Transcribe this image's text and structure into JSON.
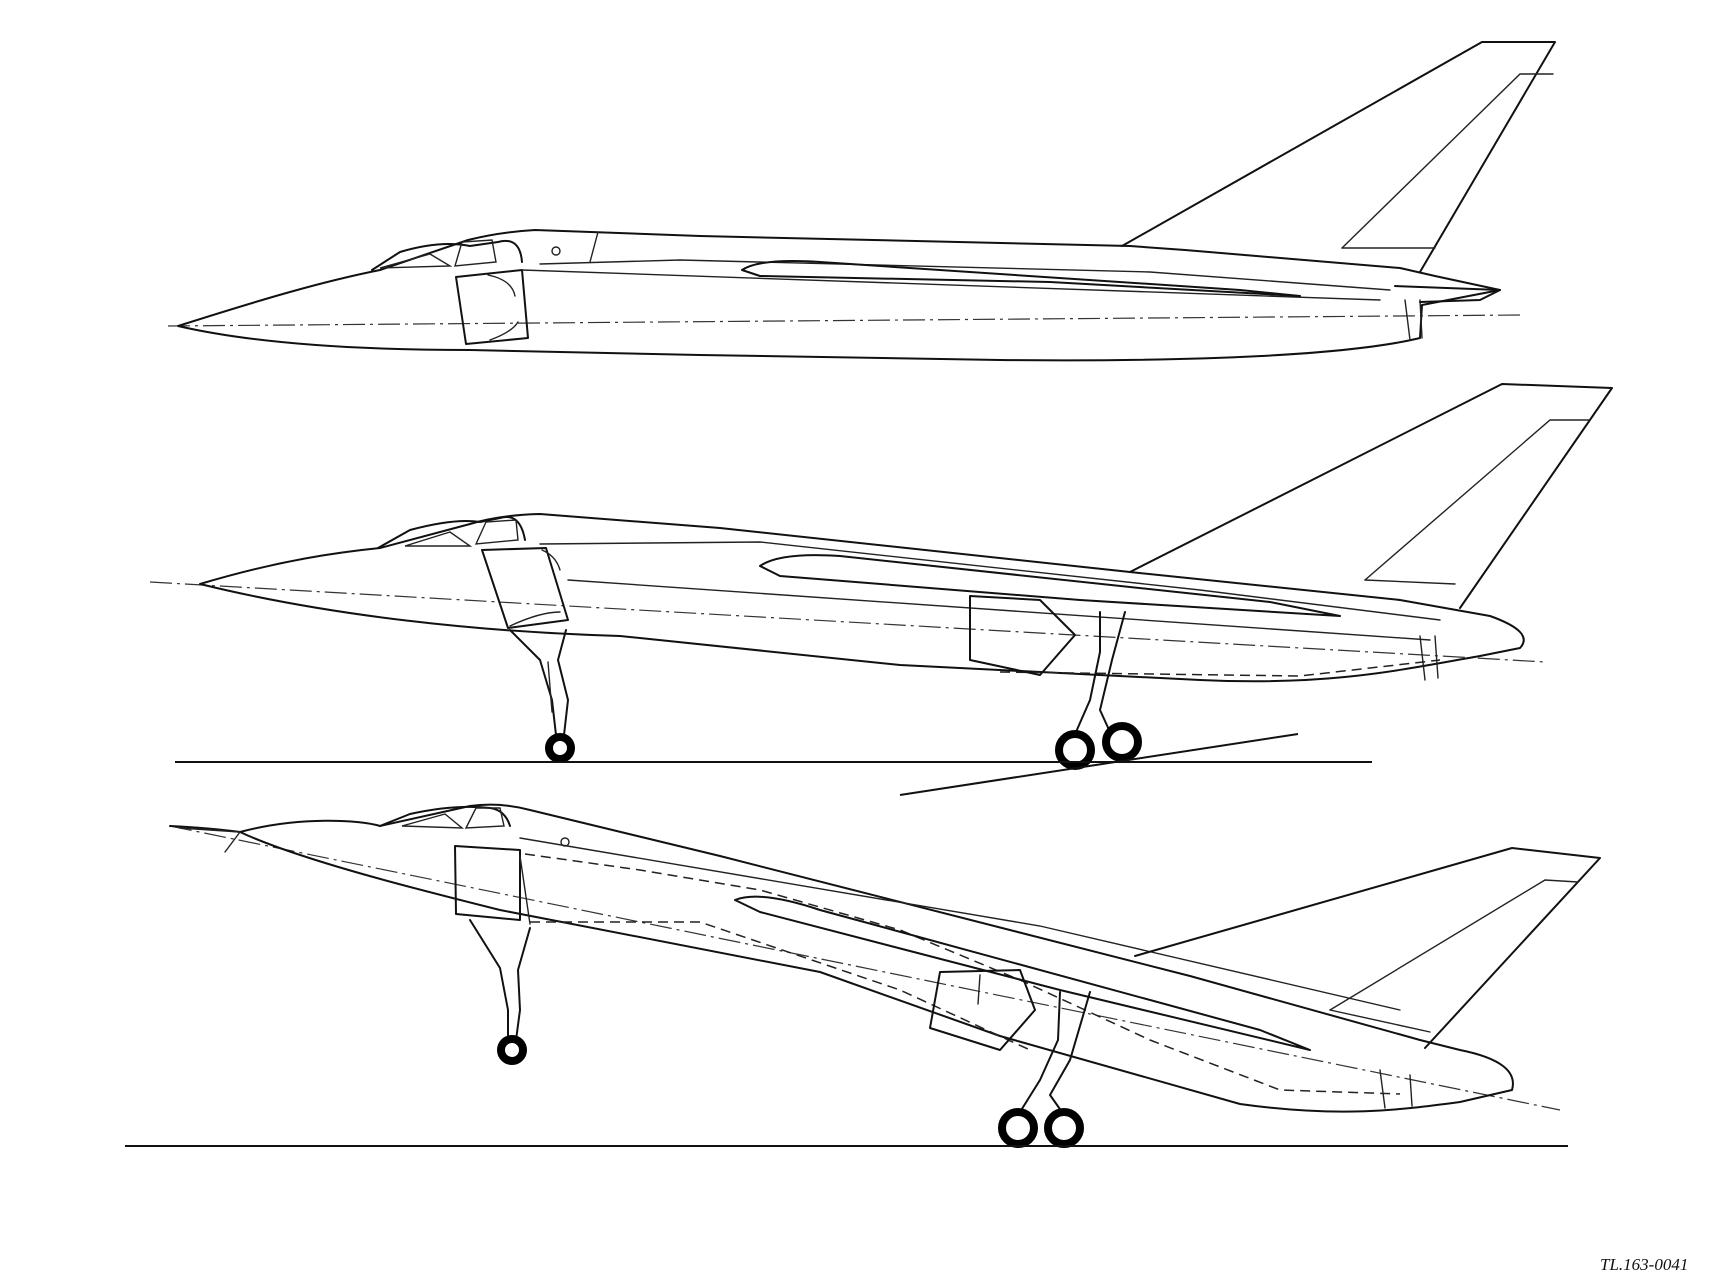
{
  "drawing": {
    "views": [
      {
        "id": "view-cruise"
      },
      {
        "id": "view-ground-static"
      },
      {
        "id": "view-takeoff-rotation"
      }
    ],
    "drawing_number": "TL.163-0041"
  },
  "colors": {
    "line": "#111111",
    "background": "#ffffff",
    "wheel": "#000000"
  }
}
